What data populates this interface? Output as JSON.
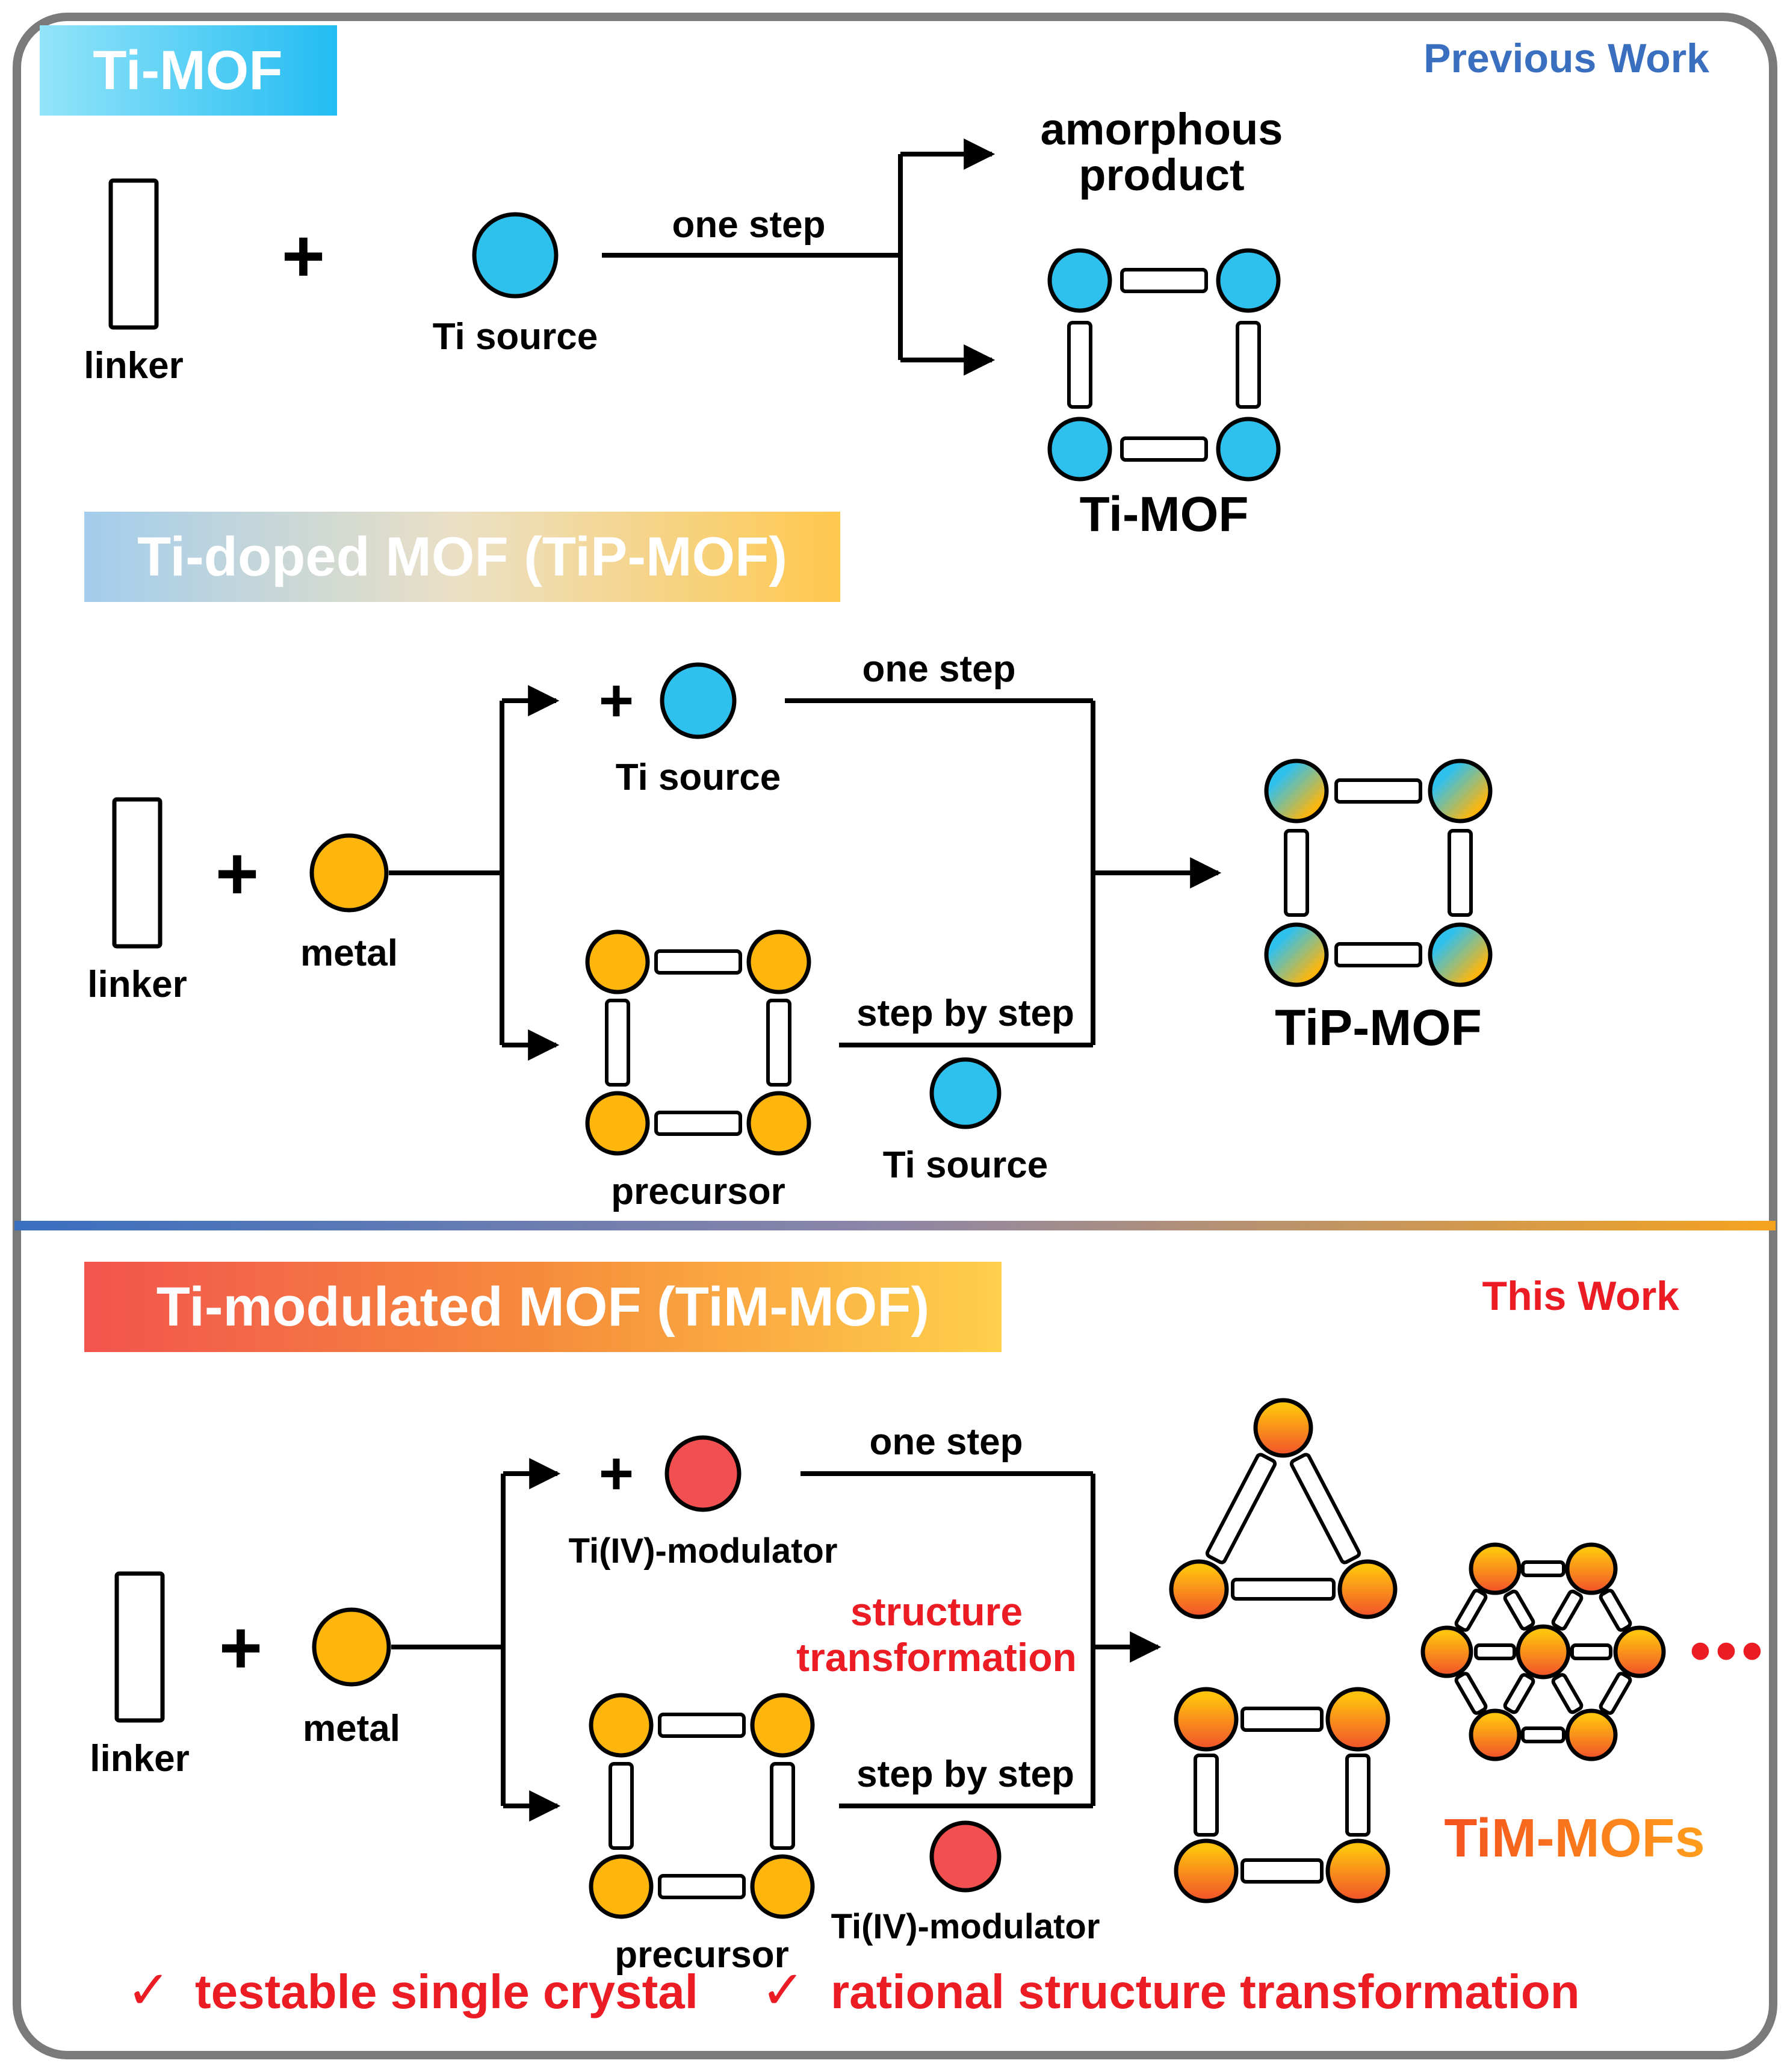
{
  "colors": {
    "cyan": "#2FC1EE",
    "gold": "#FFB60C",
    "red": "#F25050",
    "accent_blue": "#3A6FC0",
    "accent_red": "#EC1C24",
    "product_orange_top": "#FFC20E",
    "product_orange_bottom": "#F1512A"
  },
  "header": {
    "previous_work": "Previous Work",
    "this_work": "This Work"
  },
  "ti_mof": {
    "title": "Ti-MOF",
    "linker": "linker",
    "plus": "+",
    "ti_source": "Ti source",
    "one_step": "one step",
    "amorphous_line1": "amorphous",
    "amorphous_line2": "product",
    "product": "Ti-MOF"
  },
  "tip_mof": {
    "title": "Ti-doped MOF (TiP-MOF)",
    "linker": "linker",
    "plus": "+",
    "metal": "metal",
    "branch_plus": "+",
    "ti_source": "Ti source",
    "one_step": "one step",
    "precursor": "precursor",
    "step_by_step": "step by step",
    "ti_source_2": "Ti source",
    "product": "TiP-MOF"
  },
  "tim_mof": {
    "title": "Ti-modulated MOF (TiM-MOF)",
    "linker": "linker",
    "plus": "+",
    "metal": "metal",
    "branch_plus": "+",
    "modulator": "Ti(IV)-modulator",
    "one_step": "one step",
    "structure_line1": "structure",
    "structure_line2": "transformation",
    "precursor": "precursor",
    "step_by_step": "step by step",
    "modulator_2": "Ti(IV)-modulator",
    "ellipsis": "•••",
    "products": "TiM-MOFs",
    "check_mark": "✓",
    "check_1": "testable single crystal",
    "check_2": "rational structure transformation"
  }
}
